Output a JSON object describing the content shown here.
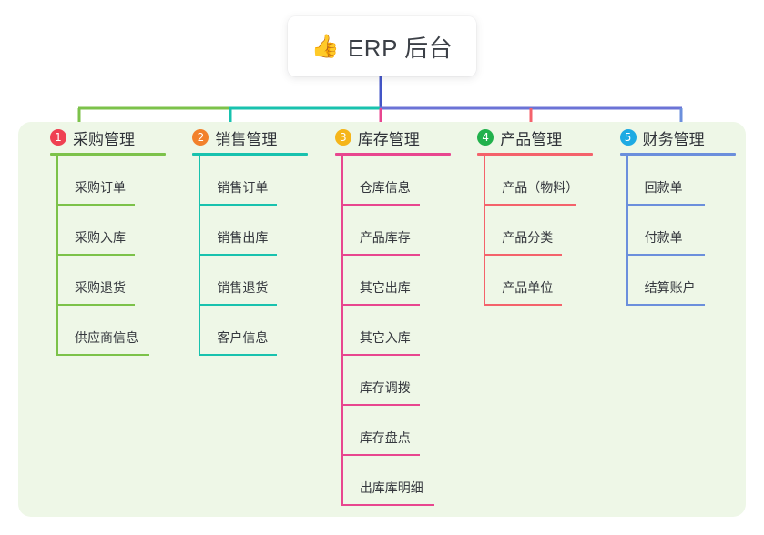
{
  "root": {
    "emoji": "👍",
    "emoji_name": "thumbs-up-icon",
    "title": "ERP 后台"
  },
  "palette": {
    "panel_bg": "#eef7e7",
    "page_bg": "#ffffff",
    "text": "#35383e",
    "trunk": "#4355c7"
  },
  "connectors": {
    "trunk_color": "#4355c7",
    "segments": [
      {
        "name": "purchase-branch",
        "color": "#7cc24a"
      },
      {
        "name": "sales-branch",
        "color": "#18c2ae"
      },
      {
        "name": "inventory-branch",
        "color": "#e8468f"
      },
      {
        "name": "product-branch",
        "color": "#f4626b"
      },
      {
        "name": "finance-branch",
        "color": "#4f74d0"
      }
    ]
  },
  "columns": [
    {
      "index": "1",
      "key": "purchase",
      "title": "采购管理",
      "badge_color": "#ef4152",
      "line_color": "#7cc24a",
      "items": [
        {
          "label": "采购订单"
        },
        {
          "label": "采购入库"
        },
        {
          "label": "采购退货"
        },
        {
          "label": "供应商信息"
        }
      ]
    },
    {
      "index": "2",
      "key": "sales",
      "title": "销售管理",
      "badge_color": "#f2812c",
      "line_color": "#18c2ae",
      "items": [
        {
          "label": "销售订单"
        },
        {
          "label": "销售出库"
        },
        {
          "label": "销售退货"
        },
        {
          "label": "客户信息"
        }
      ]
    },
    {
      "index": "3",
      "key": "inventory",
      "title": "库存管理",
      "badge_color": "#f5b51a",
      "line_color": "#e8468f",
      "items": [
        {
          "label": "仓库信息"
        },
        {
          "label": "产品库存"
        },
        {
          "label": "其它出库"
        },
        {
          "label": "其它入库"
        },
        {
          "label": "库存调拨"
        },
        {
          "label": "库存盘点"
        },
        {
          "label": "出库库明细"
        }
      ]
    },
    {
      "index": "4",
      "key": "product",
      "title": "产品管理",
      "badge_color": "#22b14c",
      "line_color": "#f4626b",
      "items": [
        {
          "label": "产品（物料）"
        },
        {
          "label": "产品分类"
        },
        {
          "label": "产品单位"
        }
      ]
    },
    {
      "index": "5",
      "key": "finance",
      "title": "财务管理",
      "badge_color": "#1eaae3",
      "line_color": "#6b8fdc",
      "items": [
        {
          "label": "回款单"
        },
        {
          "label": "付款单"
        },
        {
          "label": "结算账户"
        }
      ]
    }
  ]
}
